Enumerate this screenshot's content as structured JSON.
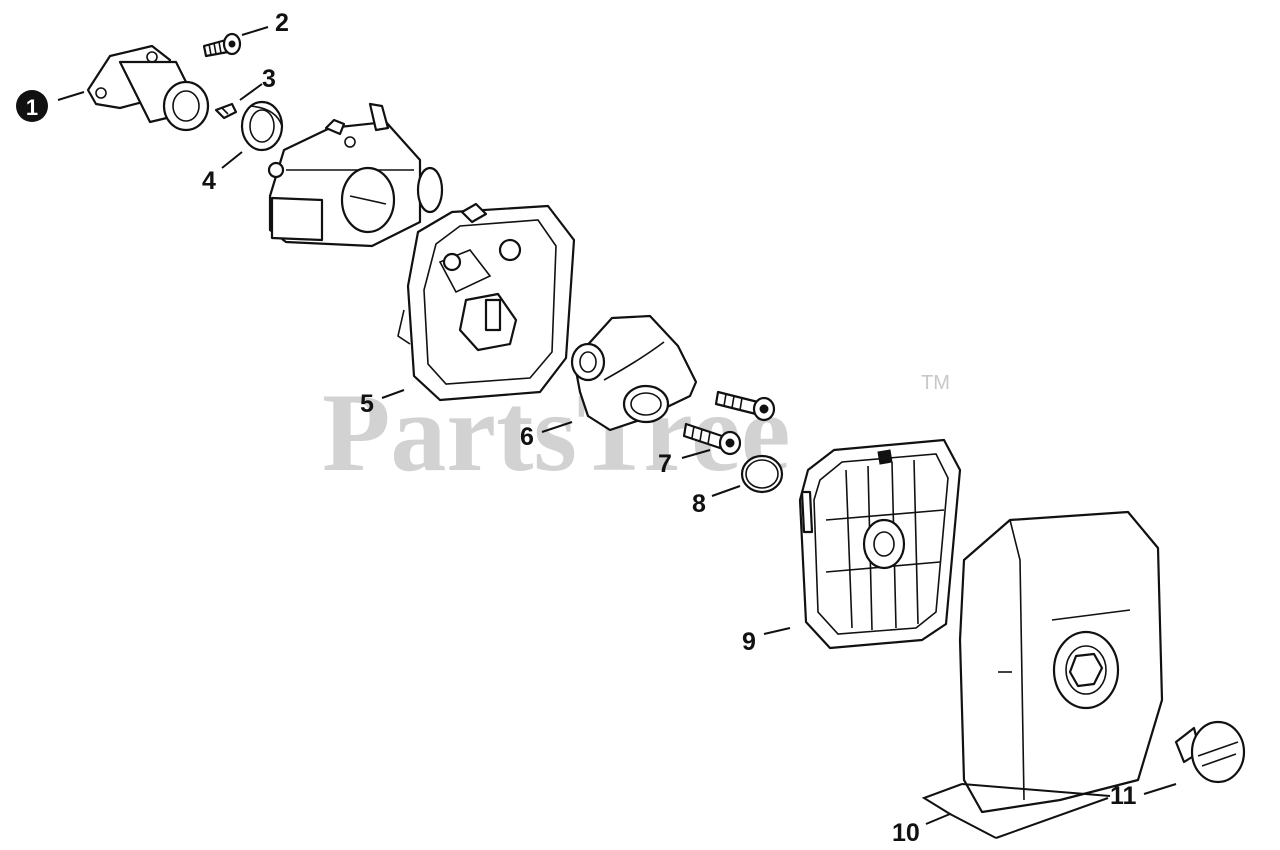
{
  "watermark": {
    "text": "PartsTree",
    "tm": "TM"
  },
  "callouts": [
    "1",
    "2",
    "3",
    "4",
    "5",
    "6",
    "7",
    "8",
    "9",
    "10",
    "11"
  ],
  "colors": {
    "ink": "#111111",
    "watermark": "#d2d2d2",
    "background": "#ffffff"
  }
}
